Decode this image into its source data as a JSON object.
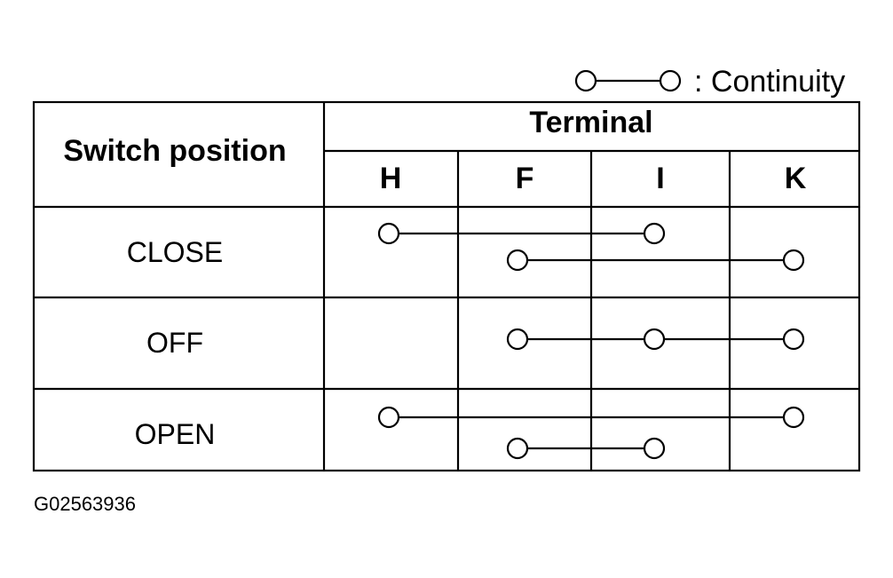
{
  "legend": {
    "label": ": Continuity"
  },
  "table": {
    "row_header": "Switch position",
    "group_header": "Terminal",
    "terminals": [
      "H",
      "F",
      "I",
      "K"
    ],
    "rows": [
      {
        "position": "CLOSE",
        "connections": [
          [
            "H",
            "I"
          ],
          [
            "F",
            "K"
          ]
        ]
      },
      {
        "position": "OFF",
        "connections": [
          [
            "F",
            "I",
            "K"
          ]
        ]
      },
      {
        "position": "OPEN",
        "connections": [
          [
            "H",
            "K"
          ],
          [
            "F",
            "I"
          ]
        ]
      }
    ]
  },
  "figure_id": "G02563936"
}
